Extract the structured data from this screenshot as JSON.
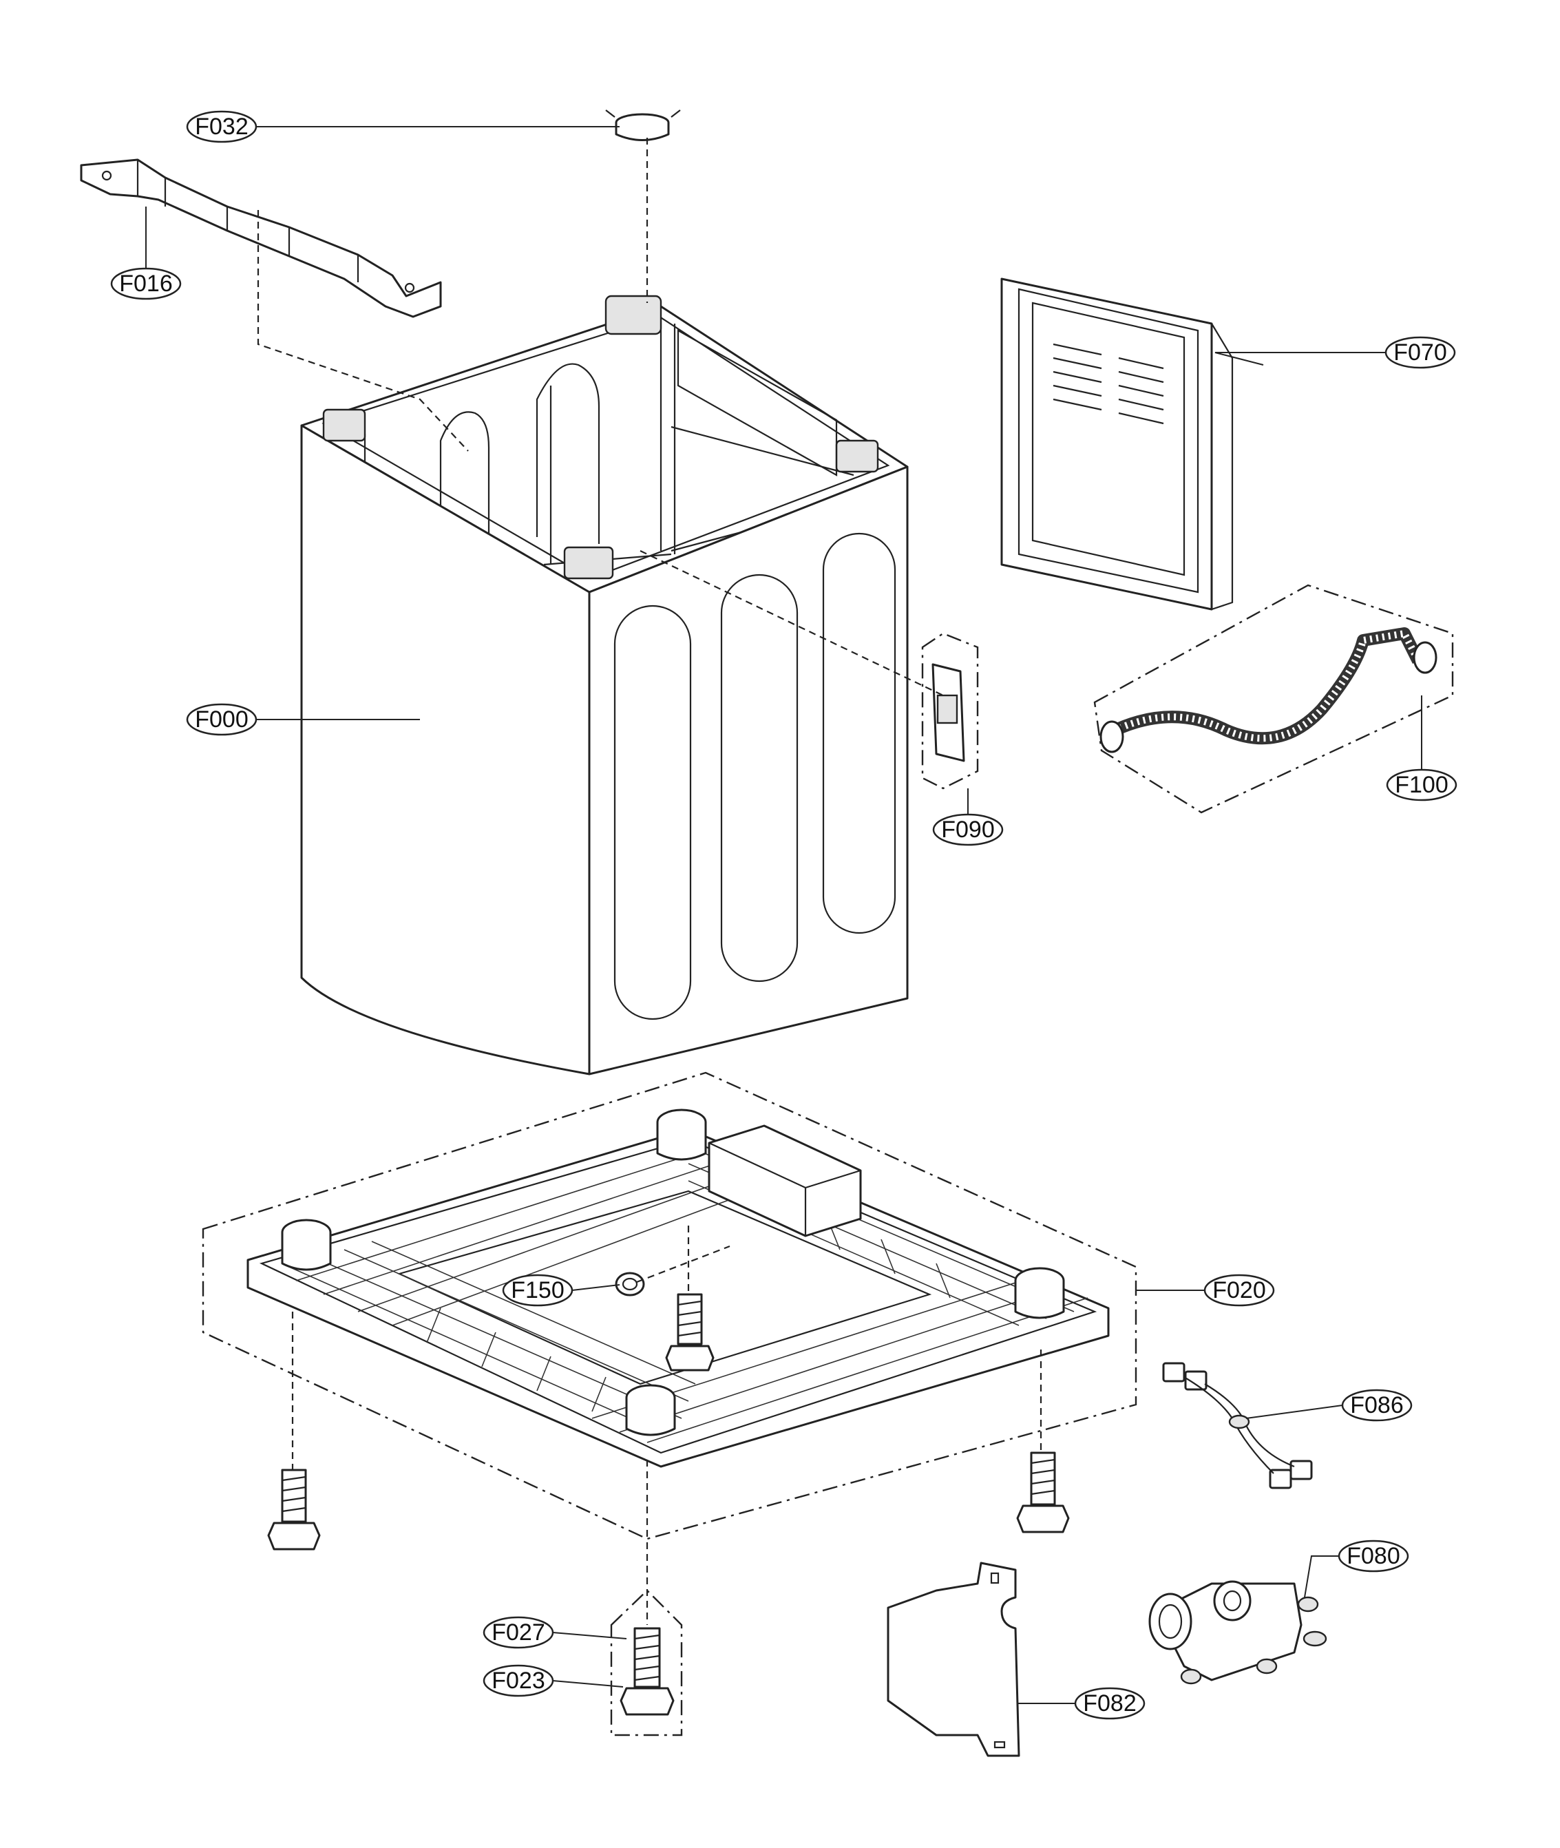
{
  "diagram": {
    "callouts": [
      {
        "id": "f032",
        "label": "F032"
      },
      {
        "id": "f016",
        "label": "F016"
      },
      {
        "id": "f070",
        "label": "F070"
      },
      {
        "id": "f000",
        "label": "F000"
      },
      {
        "id": "f100",
        "label": "F100"
      },
      {
        "id": "f090",
        "label": "F090"
      },
      {
        "id": "f150",
        "label": "F150"
      },
      {
        "id": "f020",
        "label": "F020"
      },
      {
        "id": "f086",
        "label": "F086"
      },
      {
        "id": "f080",
        "label": "F080"
      },
      {
        "id": "f027",
        "label": "F027"
      },
      {
        "id": "f023",
        "label": "F023"
      },
      {
        "id": "f082",
        "label": "F082"
      }
    ]
  }
}
